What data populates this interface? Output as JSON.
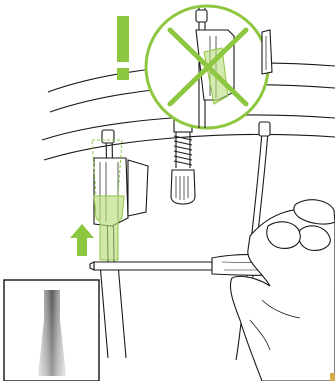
{
  "figure": {
    "subject": "cable-end-insertion-instruction",
    "colors": {
      "line": "#1a1a1a",
      "accent_green": "#8dc63f",
      "accent_green_light": "#b9dc7a",
      "paper": "#ffffff",
      "inset_border": "#222222",
      "tip_gray": "#7a7a7a",
      "corner_mark": "#d9a84b"
    },
    "icons": {
      "warning": "exclamation-icon",
      "prohibited": "cross-icon",
      "direction": "up-arrow-icon"
    },
    "callout": {
      "meaning": "incorrect-installation"
    },
    "direction_arrow": {
      "meaning": "push-up"
    }
  }
}
